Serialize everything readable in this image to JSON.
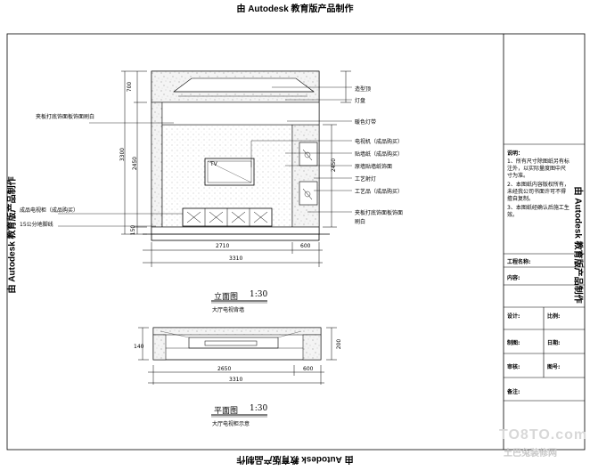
{
  "watermark": {
    "text": "由 Autodesk 教育版产品制作"
  },
  "elevation": {
    "title": "立面图",
    "scale": "1:30",
    "subtitle": "大厅电视背墙",
    "dims_left": [
      "700",
      "3300",
      "2450",
      "150"
    ],
    "dims_right_inner": [
      "2450"
    ],
    "dims_bottom_row1": [
      "2710",
      "600"
    ],
    "dims_bottom_row2": [
      "3310"
    ],
    "labels_right": [
      "造型顶",
      "灯盘",
      "暖色灯带",
      "电视机（成品购买）",
      "贴墙纸（成品购买）",
      "原墙贴墙纸饰面",
      "工艺射灯",
      "工艺品（成品购买）",
      "夹板打底饰面板饰面",
      "刷白"
    ],
    "labels_left": [
      "夹板打底饰面板饰面刷白",
      "成品电视柜（成品购买）",
      "15公分地脚线"
    ],
    "tv_label": "TV"
  },
  "plan": {
    "title": "平面图",
    "scale": "1:30",
    "subtitle": "大厅电视柜示意",
    "dims_bottom": [
      "2650",
      "600"
    ],
    "dims_bottom_row2": [
      "3310"
    ],
    "dims_left": [
      "140"
    ],
    "dims_right": [
      "200"
    ]
  },
  "title_block": {
    "notes_heading": "说明：",
    "notes": [
      "1、所有尺寸除图纸另有标注外，以实际量度图中尺寸为准。",
      "2、本图纸内容版权所有，未经我公司书面许可不得擅自复制。",
      "3、本图纸经确认后施工生效。"
    ],
    "project_name": "工程名称:",
    "content": "内容:",
    "design": "设计:",
    "ratio": "比例:",
    "drawing": "制图:",
    "date": "日期:",
    "review": "审核:",
    "drawing_no": "图号:",
    "remarks": "备注:"
  },
  "logo": {
    "line1": "TO8TO.com",
    "line2": "土巴兔装修网"
  }
}
